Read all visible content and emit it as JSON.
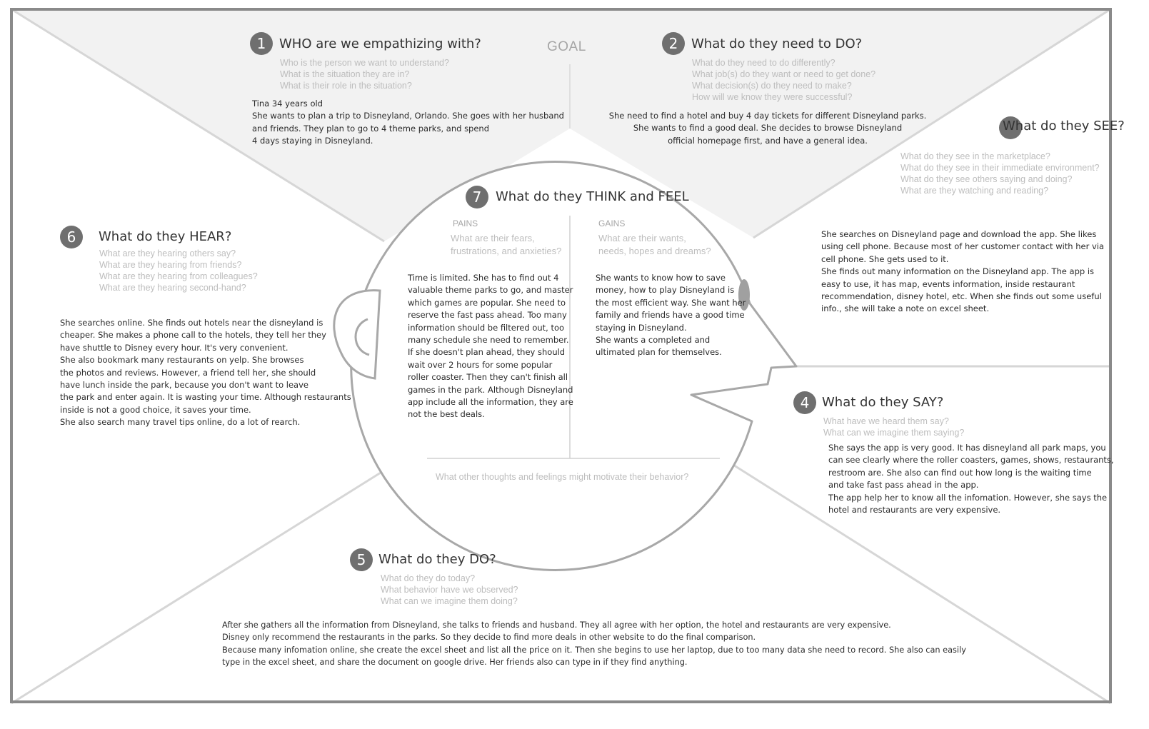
{
  "goal": "GOAL",
  "who": {
    "number": "1",
    "title": "WHO are we empathizing with?",
    "questions": [
      "Who is the person we want to understand?",
      "What is the situation they are in?",
      "What is their role in the situation?"
    ],
    "body": [
      "Tina   34 years old",
      "She wants to plan a trip to Disneyland, Orlando. She goes with her husband",
      "and friends. They plan to go to 4 theme parks, and spend",
      "4 days staying in Disneyland."
    ]
  },
  "need": {
    "number": "2",
    "title": "What do they need to DO?",
    "questions": [
      "What do they need to do differently?",
      "What job(s) do they want or need to get done?",
      "What decision(s) do they need to make?",
      "How will we know they were successful?"
    ],
    "body": [
      "She need to find a hotel and buy 4 day tickets for different Disneyland parks.",
      "She wants to find a good deal. She decides to browse Disneyland",
      "official homepage first, and have a general idea."
    ]
  },
  "see": {
    "title": "What do they SEE?",
    "questions": [
      "What do they see in the marketplace?",
      "What do they see in their immediate environment?",
      "What do they see others saying and doing?",
      "What are they watching and reading?"
    ],
    "body": [
      "She searches on Disneyland page and download the app. She likes",
      "using cell phone. Because most of her customer contact with her via",
      "cell phone. She gets used to it.",
      "She finds out many information on the Disneyland app. The app is",
      "easy to use, it has map, events information, inside restaurant",
      "recommendation, disney hotel, etc. When she finds out some useful",
      "info., she will take a note on excel sheet."
    ]
  },
  "say": {
    "number": "4",
    "title": "What do they SAY?",
    "questions": [
      "What have we heard them say?",
      "What can we imagine them saying?"
    ],
    "body": [
      "She says the app is very good. It has disneyland all park maps, you",
      "can see clearly where the roller coasters, games, shows, restaurants,",
      "restroom are. She also can find out how long is the waiting time",
      "and take fast pass ahead in the app.",
      "The app help her to know all the infomation. However, she says the",
      "hotel and restaurants are very expensive."
    ]
  },
  "do": {
    "number": "5",
    "title": "What do they DO?",
    "questions": [
      "What do they do today?",
      "What behavior have we observed?",
      "What can we imagine them doing?"
    ],
    "body": [
      "After she gathers all the information from Disneyland, she talks to friends and husband. They all agree with her option, the hotel and restaurants are very expensive.",
      "Disney only recommend the restaurants in the parks. So they decide to find more deals in other website to do the final comparison.",
      "Because many infomation online, she create the excel sheet and list all the price on it. Then she begins to use her laptop, due to too many data she need to record. She also can easily",
      "type in the excel sheet, and share the document on google drive. Her friends also can type in if they find anything."
    ]
  },
  "hear": {
    "number": "6",
    "title": "What do they HEAR?",
    "questions": [
      "What are they hearing others say?",
      "What are they hearing from friends?",
      "What are they hearing from colleagues?",
      "What are they hearing second-hand?"
    ],
    "body": [
      "She searches online. She finds out hotels near the disneyland is",
      "cheaper. She makes a phone call to the hotels, they tell her they",
      "have shuttle to Disney every hour. It's very convenient.",
      "She also bookmark many restaurants on yelp. She browses",
      "the photos and reviews. However, a friend tell her, she should",
      "have lunch inside the park, because you don't want to leave",
      "the park and enter again. It is wasting your time. Although restaurants",
      "inside is not a good choice, it saves your time.",
      "She also search many travel tips online, do a lot of rearch."
    ]
  },
  "think": {
    "number": "7",
    "title": "What do they THINK and FEEL",
    "pains": {
      "label": "PAINS",
      "questions": [
        "What are their fears,",
        "frustrations, and anxieties?"
      ],
      "body": [
        "Time is limited. She has to find out 4",
        "valuable theme parks to go, and master",
        "which games are popular. She need to",
        "reserve the fast pass ahead. Too many",
        "information should be filtered out, too",
        "many schedule she need to remember.",
        "If she doesn't plan ahead, they should",
        "wait over 2 hours for some popular",
        "roller coaster. Then they can't finish all",
        "games in the park. Although Disneyland",
        "app include all the information, they are",
        "not the best deals."
      ]
    },
    "gains": {
      "label": "GAINS",
      "questions": [
        "What are their wants,",
        "needs, hopes and dreams?"
      ],
      "body": [
        "She wants to know how to save",
        "money, how to play Disneyland is",
        "the most efficient way. She want her",
        "family and friends have a good time",
        "staying in Disneyland.",
        "She wants a completed and",
        "ultimated plan for themselves."
      ]
    },
    "footer": "What other thoughts and feelings might motivate their behavior?"
  }
}
